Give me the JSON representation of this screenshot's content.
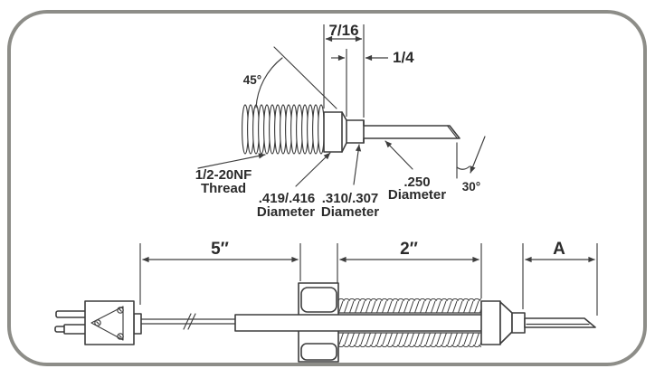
{
  "colors": {
    "line": "#3d3d3d",
    "text": "#2b2b2b",
    "border": "#8d8d88",
    "background": "#ffffff"
  },
  "detail_view": {
    "chamfer_angle": "45°",
    "fitting_length": "7/16",
    "tip_section_length": "1/4",
    "thread_spec_line1": "1/2-20NF",
    "thread_spec_line2": "Thread",
    "body_diameter_line1": ".419/.416",
    "body_diameter_line2": "Diameter",
    "mid_diameter_line1": ".310/.307",
    "mid_diameter_line2": "Diameter",
    "probe_diameter_line1": ".250",
    "probe_diameter_line2": "Diameter",
    "tip_angle": "30°"
  },
  "full_view": {
    "cable_length": "5″",
    "threaded_length": "2″",
    "probe_length": "A"
  }
}
